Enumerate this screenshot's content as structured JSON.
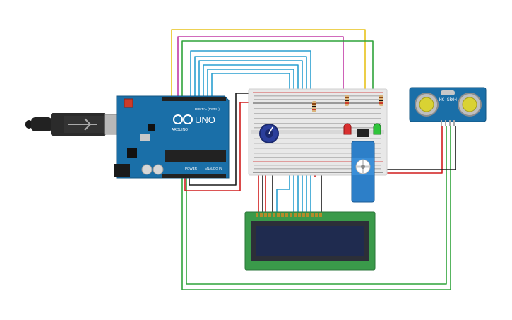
{
  "arduino": {
    "logo_text": "UNO",
    "brand_text": "ARDUINO",
    "digital_label": "DIGITAL (PWM~)",
    "analog_label": "ANALOG IN",
    "power_label": "POWER"
  },
  "sensor": {
    "model_label": "HC-SR04"
  },
  "colors": {
    "board": "#1a6fa8",
    "breadboard": "#e8e8e8",
    "lcd_pcb": "#3a9a4a",
    "lcd_screen": "#1f2b4f",
    "servo": "#2d7fc8",
    "wire_yellow": "#e7c21a",
    "wire_magenta": "#c23aa6",
    "wire_green": "#2fa33a",
    "wire_blue": "#2a9fd0",
    "wire_red": "#d11d1d",
    "wire_black": "#1a1a1a"
  }
}
